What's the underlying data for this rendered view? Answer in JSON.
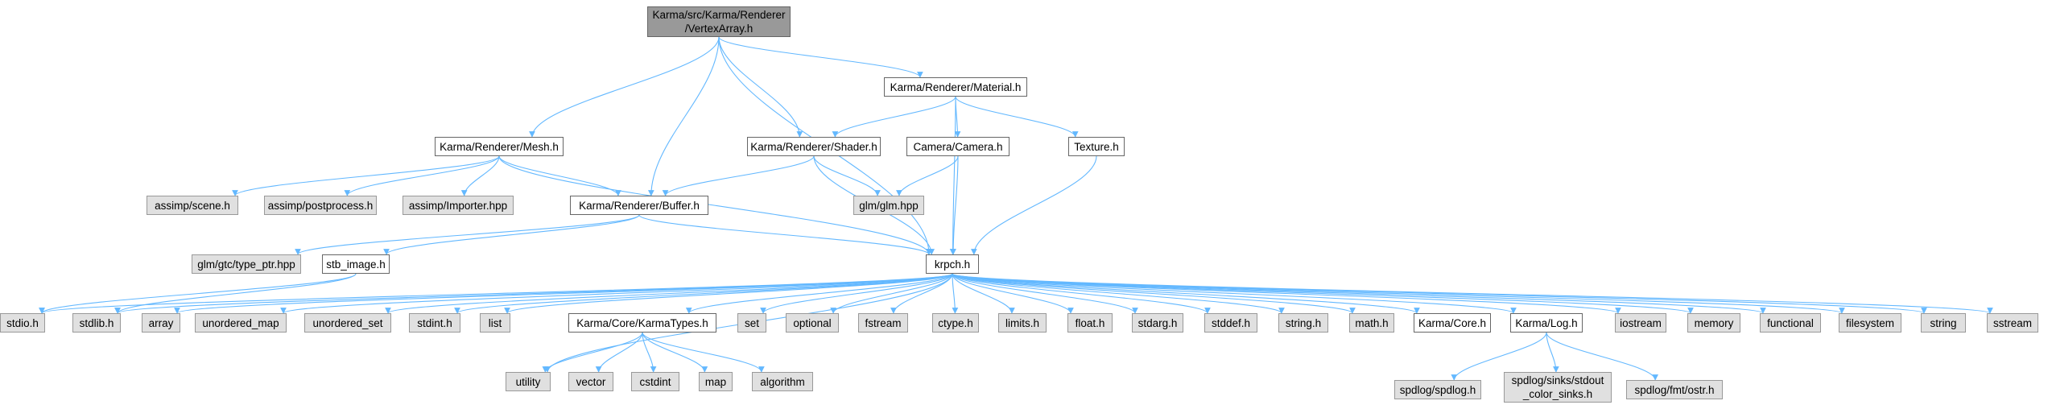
{
  "colors": {
    "edge": "#63b8ff",
    "root_fill": "#999999",
    "ext_fill": "#e0e0e0",
    "node_border": "#666666"
  },
  "nodes": {
    "root": "Karma/src/Karma/Renderer\n/VertexArray.h",
    "material": "Karma/Renderer/Material.h",
    "mesh": "Karma/Renderer/Mesh.h",
    "shader": "Karma/Renderer/Shader.h",
    "camera": "Camera/Camera.h",
    "texture": "Texture.h",
    "assimp_scene": "assimp/scene.h",
    "assimp_postprocess": "assimp/postprocess.h",
    "assimp_importer": "assimp/Importer.hpp",
    "buffer": "Karma/Renderer/Buffer.h",
    "glm": "glm/glm.hpp",
    "glm_type_ptr": "glm/gtc/type_ptr.hpp",
    "stb_image": "stb_image.h",
    "krpch": "krpch.h",
    "stdio": "stdio.h",
    "stdlib": "stdlib.h",
    "array": "array",
    "unordered_map": "unordered_map",
    "unordered_set": "unordered_set",
    "stdint": "stdint.h",
    "list": "list",
    "karmatypes": "Karma/Core/KarmaTypes.h",
    "set": "set",
    "optional": "optional",
    "fstream": "fstream",
    "ctype": "ctype.h",
    "limits": "limits.h",
    "float": "float.h",
    "stdarg": "stdarg.h",
    "stddef": "stddef.h",
    "string_h": "string.h",
    "math": "math.h",
    "core": "Karma/Core.h",
    "log": "Karma/Log.h",
    "iostream": "iostream",
    "memory": "memory",
    "functional": "functional",
    "filesystem": "filesystem",
    "string": "string",
    "sstream": "sstream",
    "utility": "utility",
    "vector": "vector",
    "cstdint": "cstdint",
    "map": "map",
    "algorithm": "algorithm",
    "spdlog": "spdlog/spdlog.h",
    "spdlog_sinks": "spdlog/sinks/stdout\n_color_sinks.h",
    "spdlog_ostr": "spdlog/fmt/ostr.h"
  }
}
